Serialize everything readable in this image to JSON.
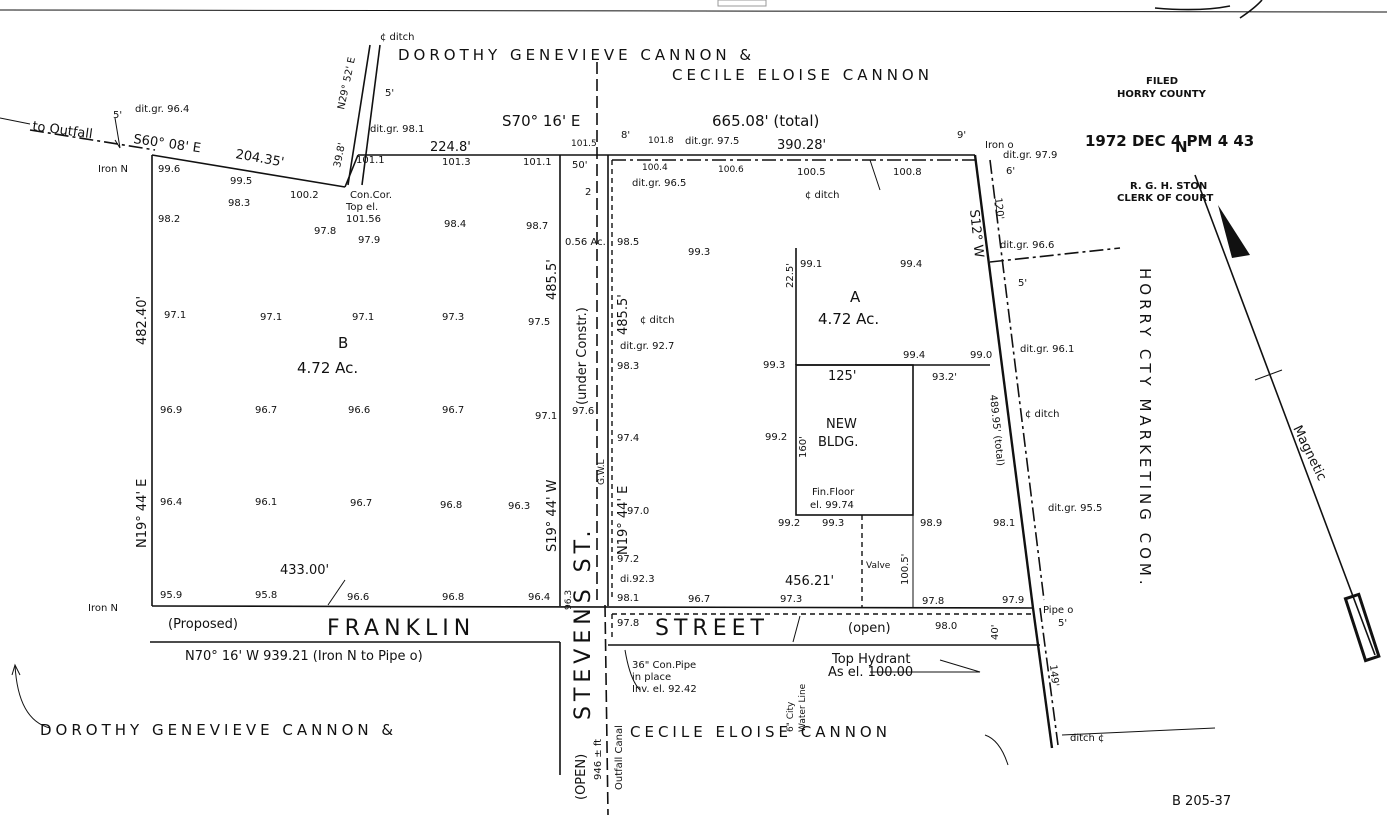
{
  "owners": {
    "top_line1": "DOROTHY GENEVIEVE CANNON &",
    "top_line2": "CECILE ELOISE CANNON",
    "bottom_left": "DOROTHY GENEVIEVE CANNON &",
    "bottom_right": "CECILE ELOISE CANNON",
    "east": "HORRY CTY MARKETING COM."
  },
  "streets": {
    "franklin": "FRANKLIN",
    "franklin_status": "(Proposed)",
    "street": "STREET",
    "street_status": "(open)",
    "stevens": "STEVENS ST.",
    "stevens_note": "(under Constr.)",
    "stevens_open": "(OPEN)",
    "stevens_width": "946 ± ft",
    "row": "G.W.L"
  },
  "parcel_b": {
    "label": "B",
    "area": "4.72 Ac."
  },
  "parcel_a": {
    "label": "A",
    "area": "4.72 Ac."
  },
  "small_area": "0.56 Ac.",
  "building": {
    "line1": "NEW",
    "line2": "BLDG.",
    "floor1": "Fin.Floor",
    "floor2": "el. 99.74",
    "width": "125'",
    "depth": "160'"
  },
  "bearings": {
    "north_line": "S70° 16' E",
    "total": "665.08' (total)",
    "top_a": "390.28'",
    "top_b": "224.8'",
    "diag": "204.35'",
    "diag_bearing": "S60° 08' E",
    "ditch_leg": "N29° 52' E",
    "ditch_dist": "39.8'",
    "west_dist": "482.40'",
    "west_bearing": "N19° 44' E",
    "mid_w_dist": "485.5'",
    "mid_w_bearing": "S19° 44' W",
    "mid_e_dist": "485.5'",
    "mid_e_bearing": "N19° 44' E",
    "east_bearing": "S12° W",
    "east_dist": "489.95' (total)",
    "south_b": "433.00'",
    "south_a": "456.21'",
    "south_line": "N70° 16' W   939.21 (Iron N to Pipe o)",
    "east_120": "120'",
    "east_225": "22.5'",
    "east_932": "93.2'",
    "valve_dist": "100.5'",
    "d40": "40'",
    "d149": "149'",
    "d5a": "5'",
    "d5b": "5'",
    "d5c": "5'",
    "d5d": "5'",
    "d6": "6'",
    "d8": "8'",
    "d9": "9'",
    "d2": "2",
    "d50": "50'"
  },
  "markers": {
    "iron_nw": "Iron N",
    "iron_sw": "Iron N",
    "iron_ne": "Iron o",
    "pipe_se": "Pipe o",
    "con_cor1": "Con.Cor.",
    "con_cor2": "Top el.",
    "con_cor3": "101.56",
    "valve": "Valve",
    "outfall": "to Outfall",
    "ditch_top": "¢ ditch",
    "ditch_bottom": "ditch ¢",
    "north": "N",
    "magnetic": "Magnetic"
  },
  "ditch_labels": {
    "gr964": "dit.gr. 96.4",
    "gr981": "dit.gr. 98.1",
    "gr975": "dit.gr. 97.5",
    "gr979": "dit.gr. 97.9",
    "gr965": "dit.gr. 96.5",
    "gr966": "dit.gr. 96.6",
    "gr961": "dit.gr. 96.1",
    "gr955": "dit.gr. 95.5",
    "gr927": "dit.gr. 92.7",
    "gr923": "di.92.3",
    "cditch1": "¢ ditch",
    "cditch2": "¢ ditch",
    "cditch3": "¢ ditch"
  },
  "utilities": {
    "pipe1": "36\" Con.Pipe",
    "pipe2": "in place",
    "pipe3": "Inv. el. 92.42",
    "water1": "6\" City",
    "water2": "Water Line",
    "canal": "Outfall Canal",
    "hydrant1": "Top Hydrant",
    "hydrant2": "As el. 100.00"
  },
  "stamp": {
    "filed": "FILED",
    "county": "HORRY COUNTY",
    "date": "1972 DEC 4   PM 4 43",
    "clerk_name": "R. G. H. STON",
    "clerk": "CLERK OF COURT"
  },
  "reference": "B 205-37",
  "elevations": {
    "e1": "99.6",
    "e2": "99.5",
    "e3": "100.2",
    "e4": "101.1",
    "e5": "101.3",
    "e6": "101.1",
    "e7": "101.5",
    "e8": "101.8",
    "e9": "100.4",
    "e10": "100.6",
    "e11": "100.5",
    "e12": "100.8",
    "e13": "98.2",
    "e14": "98.3",
    "e15": "97.8",
    "e16": "97.9",
    "e17": "98.4",
    "e18": "98.7",
    "e19": "98.5",
    "e20": "99.3",
    "e21": "99.1",
    "e22": "99.4",
    "e23": "97.1",
    "e24": "97.1",
    "e25": "97.1",
    "e26": "97.3",
    "e27": "97.5",
    "e28": "98.3",
    "e29": "99.3",
    "e30": "99.4",
    "e31": "99.0",
    "e32": "96.9",
    "e33": "96.7",
    "e34": "96.6",
    "e35": "96.7",
    "e36": "97.1",
    "e37": "97.6",
    "e38": "97.4",
    "e39": "99.2",
    "e40": "96.4",
    "e41": "96.1",
    "e42": "96.7",
    "e43": "96.8",
    "e44": "96.3",
    "e45": "97.0",
    "e46": "99.2",
    "e47": "99.3",
    "e48": "98.9",
    "e49": "98.1",
    "e50": "97.2",
    "e51": "95.9",
    "e52": "95.8",
    "e53": "96.6",
    "e54": "96.8",
    "e55": "96.4",
    "e56": "96.3",
    "e57": "98.1",
    "e58": "96.7",
    "e59": "97.3",
    "e60": "97.8",
    "e61": "97.9",
    "e62": "97.8",
    "e63": "98.0"
  }
}
